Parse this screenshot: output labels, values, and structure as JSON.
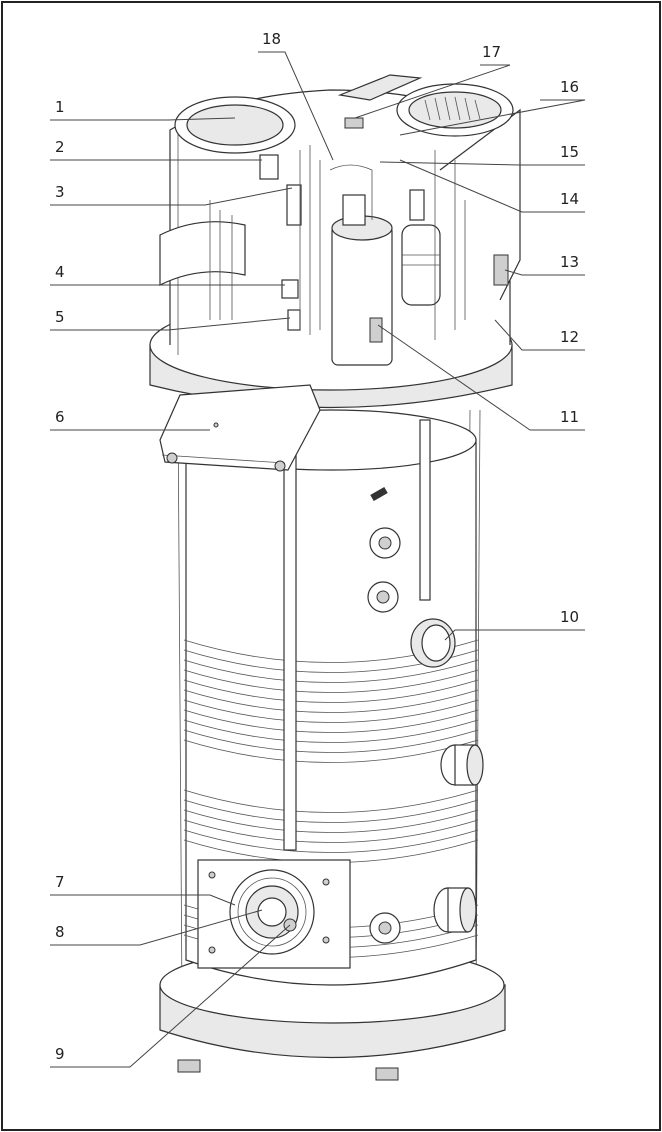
{
  "callouts": [
    {
      "id": 1,
      "label": "1"
    },
    {
      "id": 2,
      "label": "2"
    },
    {
      "id": 3,
      "label": "3"
    },
    {
      "id": 4,
      "label": "4"
    },
    {
      "id": 5,
      "label": "5"
    },
    {
      "id": 6,
      "label": "6"
    },
    {
      "id": 7,
      "label": "7"
    },
    {
      "id": 8,
      "label": "8"
    },
    {
      "id": 9,
      "label": "9"
    },
    {
      "id": 10,
      "label": "10"
    },
    {
      "id": 11,
      "label": "11"
    },
    {
      "id": 12,
      "label": "12"
    },
    {
      "id": 13,
      "label": "13"
    },
    {
      "id": 14,
      "label": "14"
    },
    {
      "id": 15,
      "label": "15"
    },
    {
      "id": 16,
      "label": "16"
    },
    {
      "id": 17,
      "label": "17"
    },
    {
      "id": 18,
      "label": "18"
    }
  ]
}
